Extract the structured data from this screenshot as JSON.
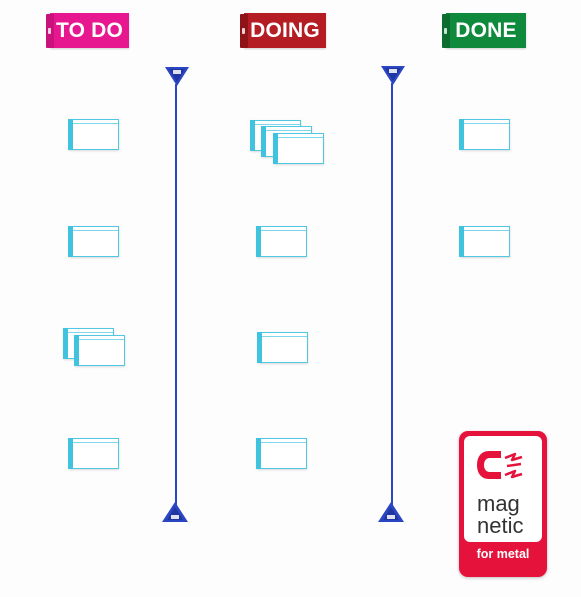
{
  "columns": [
    {
      "id": "todo",
      "title": "TO DO",
      "color": "#e6178f",
      "tab_color": "#c9127c"
    },
    {
      "id": "doing",
      "title": "DOING",
      "color": "#b51d24",
      "tab_color": "#8f1419"
    },
    {
      "id": "done",
      "title": "DONE",
      "color": "#0f8a3c",
      "tab_color": "#0b6e30"
    }
  ],
  "colors": {
    "card_border": "#50c8e2",
    "card_strip": "#3fc3df",
    "divider": "#2b46c3",
    "badge_red": "#e5133b"
  },
  "badge": {
    "word_line1": "mag",
    "word_line2": "netic",
    "footer": "for metal",
    "icon": "magnet-icon"
  }
}
